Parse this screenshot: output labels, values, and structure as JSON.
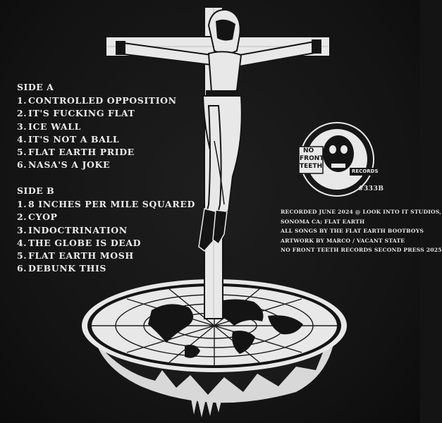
{
  "side_a": {
    "title": "SIDE A",
    "tracks": [
      {
        "num": "1.",
        "title": "CONTROLLED OPPOSITION"
      },
      {
        "num": "2.",
        "title": "IT'S FUCKING FLAT"
      },
      {
        "num": "3.",
        "title": "ICE WALL"
      },
      {
        "num": "4.",
        "title": "IT'S NOT A BALL"
      },
      {
        "num": "5.",
        "title": "FLAT EARTH PRIDE"
      },
      {
        "num": "6.",
        "title": "NASA'S A JOKE"
      }
    ]
  },
  "side_b": {
    "title": "SIDE B",
    "tracks": [
      {
        "num": "1.",
        "title": "8 INCHES PER MILE SQUARED"
      },
      {
        "num": "2.",
        "title": "CYOP"
      },
      {
        "num": "3.",
        "title": "INDOCTRINATION"
      },
      {
        "num": "4.",
        "title": "THE GLOBE IS DEAD"
      },
      {
        "num": "5.",
        "title": "FLAT EARTH MOSH"
      },
      {
        "num": "6.",
        "title": "DEBUNK THIS"
      }
    ]
  },
  "label_logo": {
    "line1": "NO",
    "line2": "FRONT",
    "line3": "TEETH",
    "tag": "RECORDS"
  },
  "catalog_number": "#333B",
  "credits": [
    "RECORDED JUNE 2024 @ LOOK INTO IT STUDIOS,",
    "SONOMA CA; FLAT EARTH",
    "ALL SONGS BY THE FLAT EARTH BOOTBOYS",
    "ARTWORK BY MARCO / VACANT STATE",
    "NO FRONT TEETH RECORDS  SECOND PRESS 2025"
  ],
  "colors": {
    "background": "#141414",
    "ink": "#ececec"
  }
}
